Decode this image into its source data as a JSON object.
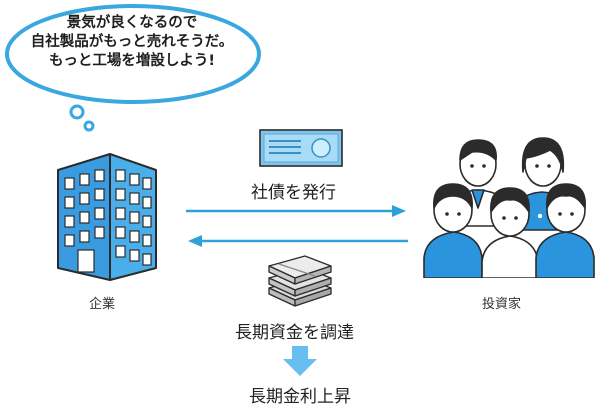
{
  "speech_bubble": {
    "lines": [
      "景気が良くなるので",
      "自社製品がもっと売れそうだ。",
      "もっと工場を増設しよう!"
    ]
  },
  "company": {
    "label": "企業"
  },
  "investors": {
    "label": "投資家"
  },
  "bond_flow": {
    "label": "社債を発行"
  },
  "funding_flow": {
    "label": "長期資金を調達"
  },
  "result": {
    "label": "長期金利上昇"
  },
  "colors": {
    "arrow_blue": "#2ea2d8",
    "building_blue": "#3a9be0",
    "down_arrow": "#67bff0",
    "bubble_border": "#39a8e0",
    "shirt_blue": "#2a94dd"
  },
  "icons": {
    "bubble": "thought-bubble",
    "company": "office-building-icon",
    "bond": "bond-certificate-icon",
    "money": "money-stack-icon",
    "investors": "investor-group-icon"
  }
}
